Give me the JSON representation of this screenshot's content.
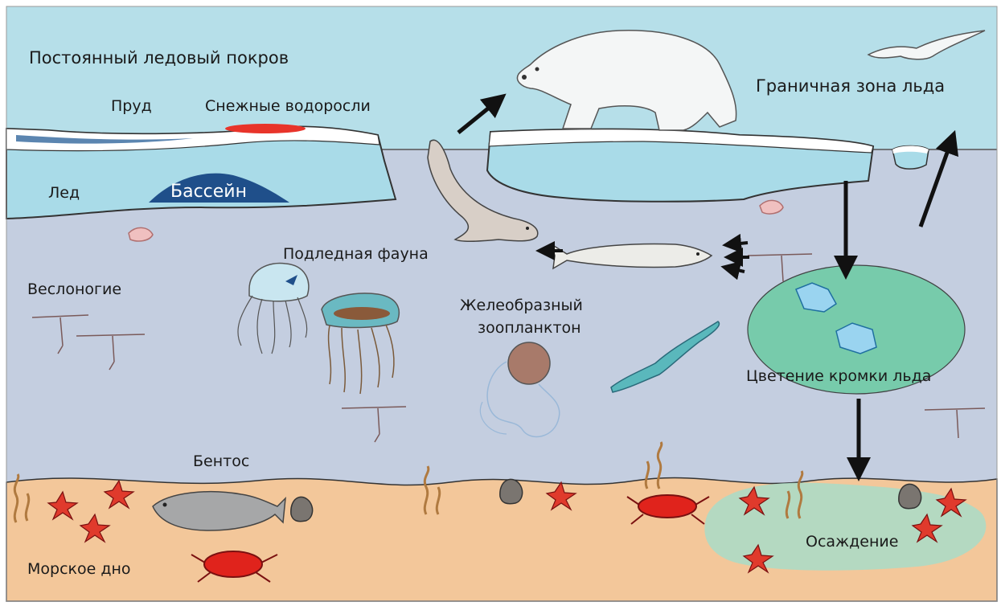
{
  "labels": {
    "permanent_ice": "Постоянный ледовый покров",
    "pond": "Пруд",
    "snow_algae": "Снежные водоросли",
    "ice": "Лед",
    "basin": "Бассейн",
    "marginal_ice_zone": "Граничная зона льда",
    "under_ice_fauna": "Подледная фауна",
    "copepods": "Веслоногие",
    "gelatinous_line1": "Желеобразный",
    "gelatinous_line2": "зоопланктон",
    "ice_edge_bloom": "Цветение кромки льда",
    "benthos": "Бентос",
    "sedimentation": "Осаждение",
    "seafloor": "Морское дно"
  },
  "colors": {
    "sky": "#b6dfe9",
    "water": "#c4cee0",
    "ice": "#a9dbe8",
    "basin": "#1f4f8a",
    "snow_algae": "#e8342a",
    "seafloor": "#f3c79a",
    "bloom": "#6fcba6",
    "arrow": "#111111"
  }
}
